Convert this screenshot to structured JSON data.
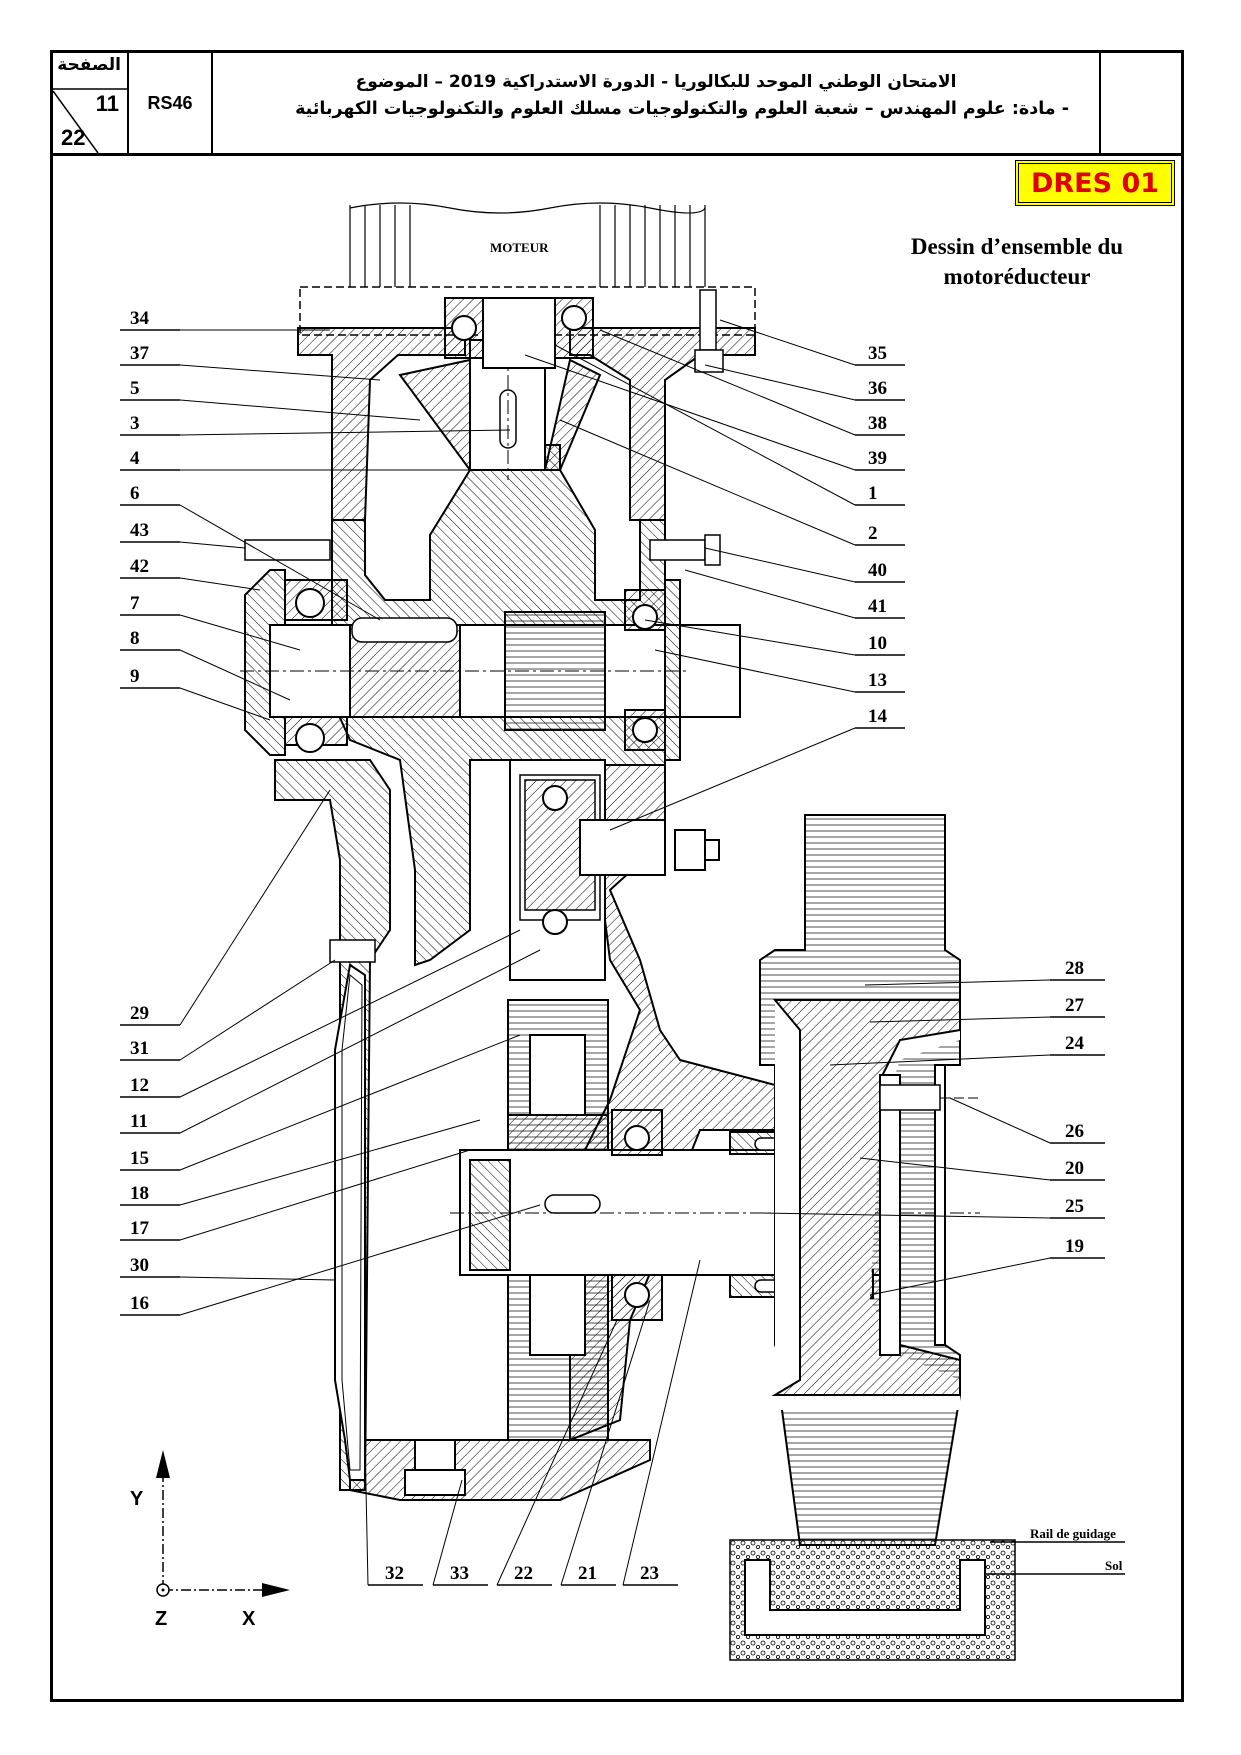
{
  "header": {
    "page_label": "الصفحة",
    "page_number": "11",
    "page_total": "22",
    "code": "RS46",
    "title_line1": "الامتحان الوطني الموحد للبكالوريا - الدورة الاستدراكية 2019 – الموضوع",
    "title_line2": "- مادة: علوم المهندس   – شعبة العلوم والتكنولوجيات مسلك العلوم والتكنولوجيات الكهربائية"
  },
  "badge": "DRES 01",
  "caption": {
    "line1": "Dessin d’ensemble du",
    "line2": "motoréducteur"
  },
  "labels": {
    "motor": "MOTEUR",
    "rail": "Rail de guidage",
    "ground": "Sol",
    "axis_y": "Y",
    "axis_x": "X",
    "axis_z": "Z"
  },
  "left_callouts": [
    "34",
    "37",
    "5",
    "3",
    "4",
    "6",
    "43",
    "42",
    "7",
    "8",
    "9",
    "29",
    "31",
    "12",
    "11",
    "15",
    "18",
    "17",
    "30",
    "16"
  ],
  "right_callouts": [
    "35",
    "36",
    "38",
    "39",
    "1",
    "2",
    "40",
    "41",
    "10",
    "13",
    "14",
    "28",
    "27",
    "24",
    "26",
    "20",
    "25",
    "19"
  ],
  "bottom_callouts": [
    "32",
    "33",
    "22",
    "21",
    "23"
  ]
}
